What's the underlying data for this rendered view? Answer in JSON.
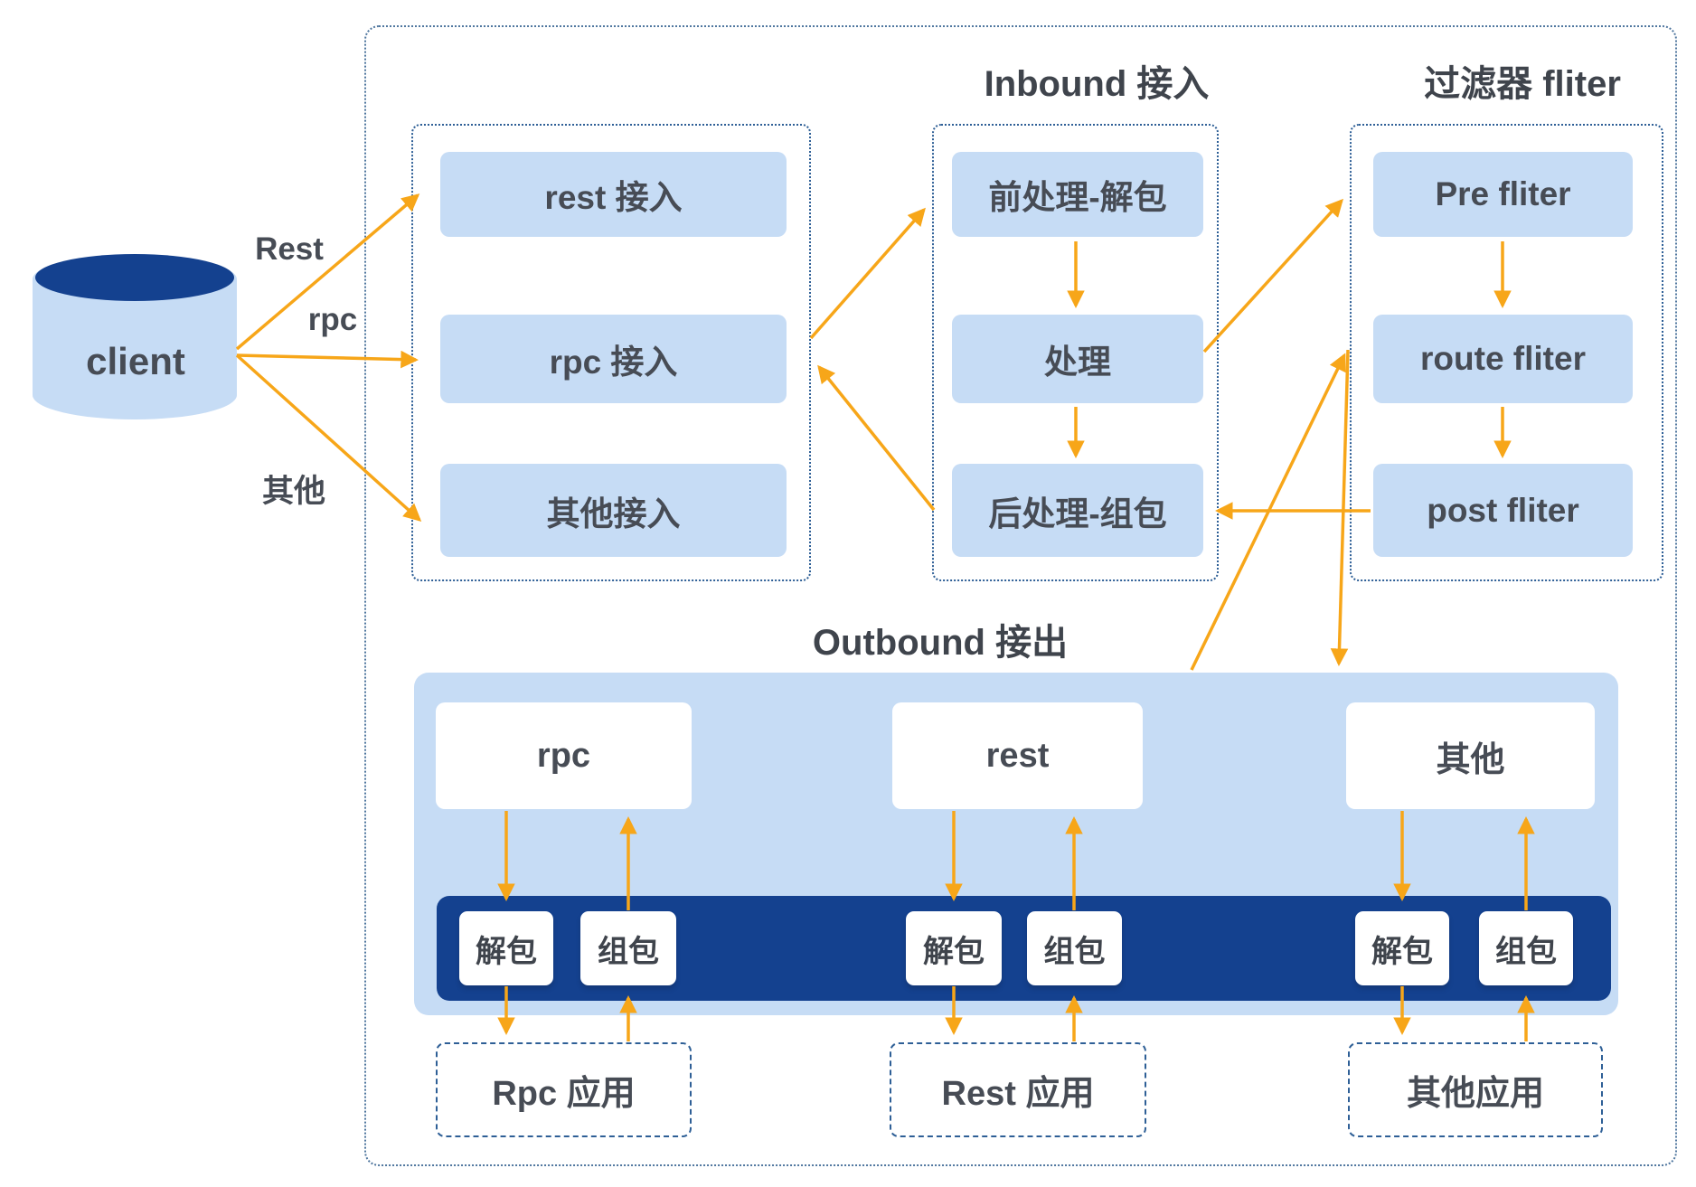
{
  "colors": {
    "accent_orange": "#F7A619",
    "navy": "#14418F",
    "light_blue": "#C6DCF5",
    "border_blue": "#2E5F96",
    "text": "#454A52"
  },
  "client": {
    "label": "client"
  },
  "client_edges": {
    "rest": "Rest",
    "rpc": "rpc",
    "other": "其他"
  },
  "access_group": {
    "items": [
      "rest 接入",
      "rpc 接入",
      "其他接入"
    ]
  },
  "inbound_group": {
    "title": "Inbound 接入",
    "items": [
      "前处理-解包",
      "处理",
      "后处理-组包"
    ]
  },
  "filter_group": {
    "title": "过滤器 fliter",
    "items": [
      "Pre fliter",
      "route fliter",
      "post fliter"
    ]
  },
  "outbound": {
    "title": "Outbound 接出",
    "channels": [
      "rpc",
      "rest",
      "其他"
    ],
    "codec_pairs": [
      {
        "unpack": "解包",
        "pack": "组包"
      },
      {
        "unpack": "解包",
        "pack": "组包"
      },
      {
        "unpack": "解包",
        "pack": "组包"
      }
    ]
  },
  "applications": {
    "items": [
      "Rpc 应用",
      "Rest 应用",
      "其他应用"
    ]
  }
}
